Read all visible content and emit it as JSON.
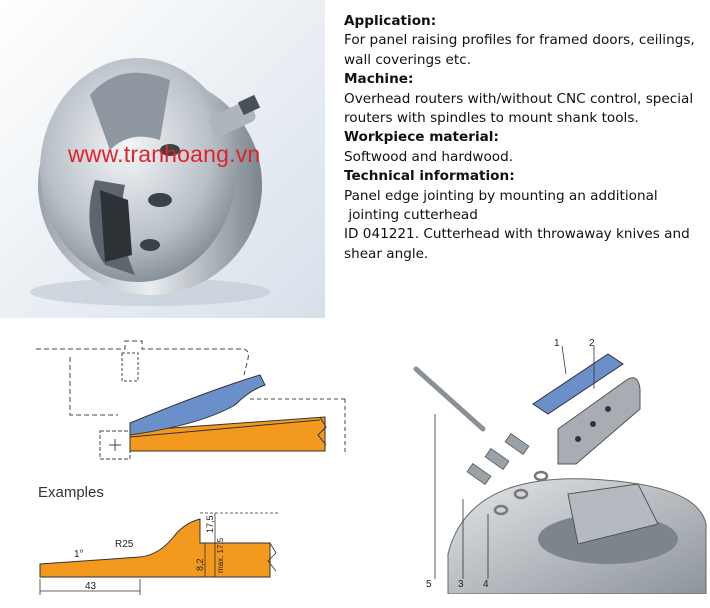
{
  "watermark": "www.tranhoang.vn",
  "info": {
    "application_heading": "Application:",
    "application_text": "For panel raising profiles for framed doors, ceilings, wall coverings etc.",
    "machine_heading": "Machine:",
    "machine_text": "Overhead routers with/without CNC control, special routers with spindles to mount shank tools.",
    "material_heading": "Workpiece material:",
    "material_text": "Softwood and hardwood.",
    "technical_heading": "Technical information:",
    "technical_line1": "Panel edge jointing by mounting an additional",
    "technical_line2": " jointing cutterhead",
    "technical_line3": "ID 041221. Cutterhead with throwaway knives and shear angle."
  },
  "examples_label": "Examples",
  "example_dims": {
    "angle": "1°",
    "radius": "R25",
    "height_a": "17,5",
    "height_b": "8,2",
    "height_max": "max. 17,5",
    "width": "43"
  },
  "exploded_labels": [
    "1",
    "2",
    "5",
    "3",
    "4"
  ],
  "colors": {
    "wood": "#f39a1e",
    "knife_blue": "#6b8fc8",
    "watermark_red": "#e0222a"
  }
}
